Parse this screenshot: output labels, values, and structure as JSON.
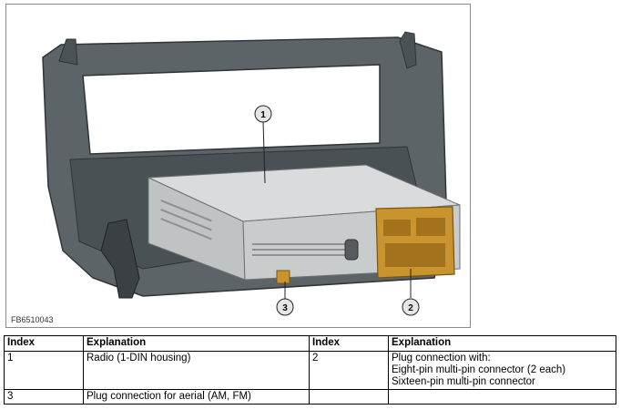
{
  "figure": {
    "id": "FB6510043",
    "callouts": [
      {
        "label": "1",
        "name": "Radio"
      },
      {
        "label": "2",
        "name": "Plug connection"
      },
      {
        "label": "3",
        "name": "Aerial plug"
      }
    ],
    "colors": {
      "frame": "#5c6468",
      "frame_dark": "#3a4043",
      "radio_body": "#c9cccd",
      "connector": "#c9932e",
      "callout_fill": "#e6e6e6"
    }
  },
  "table": {
    "headers": [
      "Index",
      "Explanation",
      "Index",
      "Explanation"
    ],
    "rows": [
      {
        "index_a": "1",
        "explanation_a": "Radio (1-DIN housing)",
        "index_b": "2",
        "explanation_b": [
          "Plug connection with:",
          "Eight-pin multi-pin connector (2 each)",
          "Sixteen-pin multi-pin connector"
        ]
      },
      {
        "index_a": "3",
        "explanation_a": "Plug connection for aerial (AM, FM)",
        "index_b": "",
        "explanation_b": []
      }
    ]
  }
}
